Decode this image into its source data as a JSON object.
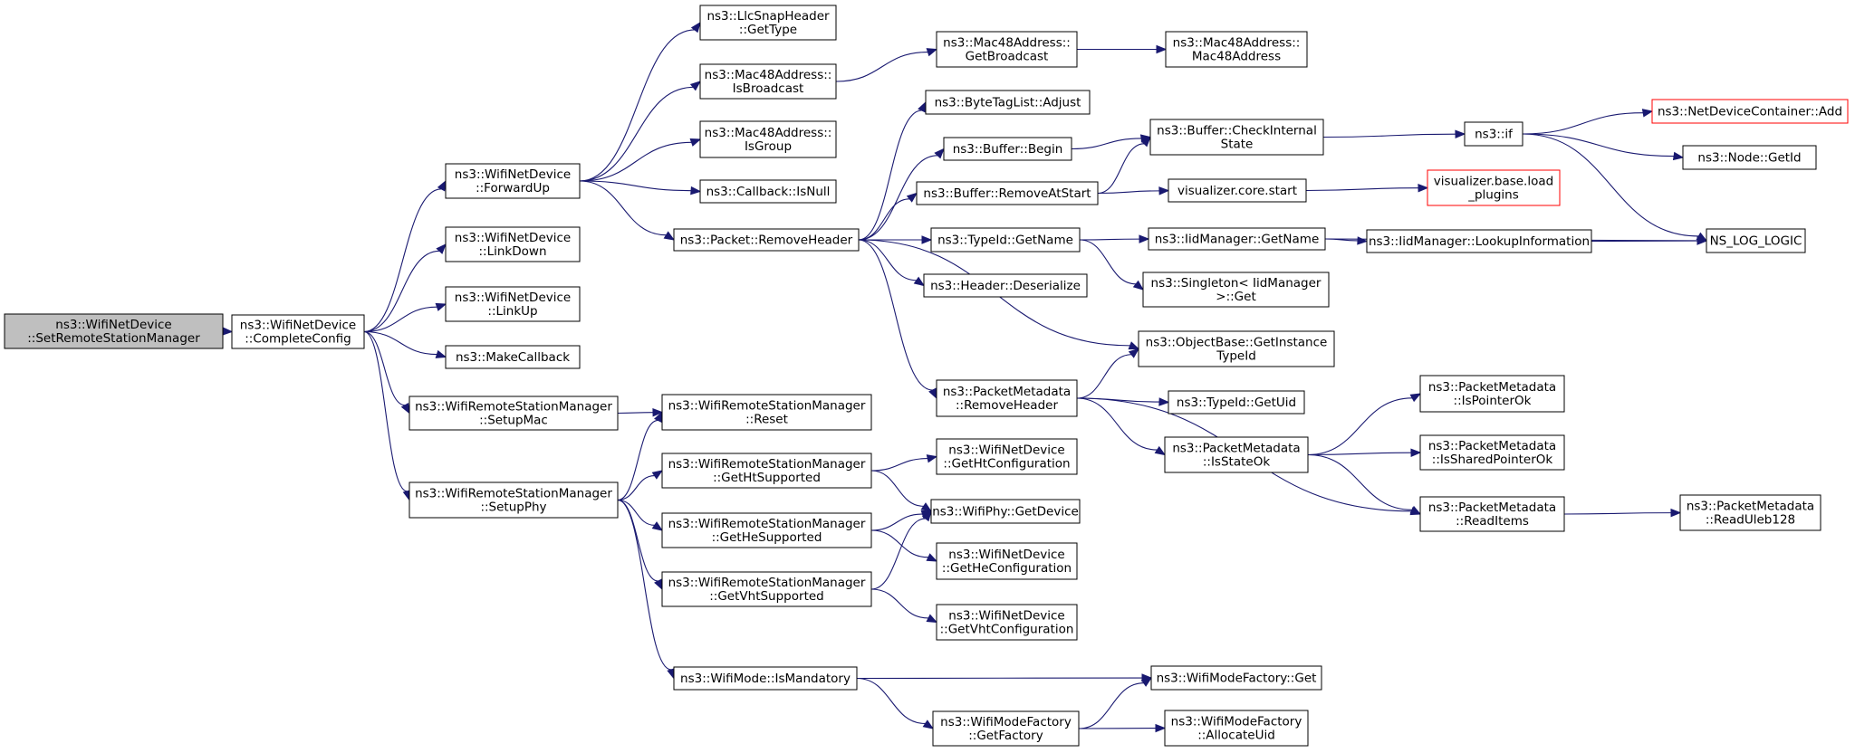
{
  "diagram": {
    "type": "call-graph",
    "nodes": [
      {
        "id": "setremote",
        "lines": [
          "ns3::WifiNetDevice",
          "::SetRemoteStationManager"
        ],
        "style": "root"
      },
      {
        "id": "completeconfig",
        "lines": [
          "ns3::WifiNetDevice",
          "::CompleteConfig"
        ]
      },
      {
        "id": "forwardup",
        "lines": [
          "ns3::WifiNetDevice",
          "::ForwardUp"
        ]
      },
      {
        "id": "linkdown",
        "lines": [
          "ns3::WifiNetDevice",
          "::LinkDown"
        ]
      },
      {
        "id": "linkup",
        "lines": [
          "ns3::WifiNetDevice",
          "::LinkUp"
        ]
      },
      {
        "id": "makecallback",
        "lines": [
          "ns3::MakeCallback"
        ]
      },
      {
        "id": "setupmac",
        "lines": [
          "ns3::WifiRemoteStationManager",
          "::SetupMac"
        ]
      },
      {
        "id": "setupphy",
        "lines": [
          "ns3::WifiRemoteStationManager",
          "::SetupPhy"
        ]
      },
      {
        "id": "llcgettype",
        "lines": [
          "ns3::LlcSnapHeader",
          "::GetType"
        ]
      },
      {
        "id": "isbroadcast",
        "lines": [
          "ns3::Mac48Address::",
          "IsBroadcast"
        ]
      },
      {
        "id": "isgroup",
        "lines": [
          "ns3::Mac48Address::",
          "IsGroup"
        ]
      },
      {
        "id": "isnull",
        "lines": [
          "ns3::Callback::IsNull"
        ]
      },
      {
        "id": "removeheader",
        "lines": [
          "ns3::Packet::RemoveHeader"
        ]
      },
      {
        "id": "reset",
        "lines": [
          "ns3::WifiRemoteStationManager",
          "::Reset"
        ]
      },
      {
        "id": "gethtsupported",
        "lines": [
          "ns3::WifiRemoteStationManager",
          "::GetHtSupported"
        ]
      },
      {
        "id": "gethesupported",
        "lines": [
          "ns3::WifiRemoteStationManager",
          "::GetHeSupported"
        ]
      },
      {
        "id": "getvhtsupported",
        "lines": [
          "ns3::WifiRemoteStationManager",
          "::GetVhtSupported"
        ]
      },
      {
        "id": "ismandatory",
        "lines": [
          "ns3::WifiMode::IsMandatory"
        ]
      },
      {
        "id": "getbroadcast",
        "lines": [
          "ns3::Mac48Address::",
          "GetBroadcast"
        ]
      },
      {
        "id": "bytetagadjust",
        "lines": [
          "ns3::ByteTagList::Adjust"
        ]
      },
      {
        "id": "bufferbegin",
        "lines": [
          "ns3::Buffer::Begin"
        ]
      },
      {
        "id": "removeatstart",
        "lines": [
          "ns3::Buffer::RemoveAtStart"
        ]
      },
      {
        "id": "typeidgetname",
        "lines": [
          "ns3::TypeId::GetName"
        ]
      },
      {
        "id": "headerdeserialize",
        "lines": [
          "ns3::Header::Deserialize"
        ]
      },
      {
        "id": "pmremoveheader",
        "lines": [
          "ns3::PacketMetadata",
          "::RemoveHeader"
        ]
      },
      {
        "id": "gethtconfig",
        "lines": [
          "ns3::WifiNetDevice",
          "::GetHtConfiguration"
        ]
      },
      {
        "id": "phygetdevice",
        "lines": [
          "ns3::WifiPhy::GetDevice"
        ]
      },
      {
        "id": "getheconfig",
        "lines": [
          "ns3::WifiNetDevice",
          "::GetHeConfiguration"
        ]
      },
      {
        "id": "getvhtconfig",
        "lines": [
          "ns3::WifiNetDevice",
          "::GetVhtConfiguration"
        ]
      },
      {
        "id": "getfactory",
        "lines": [
          "ns3::WifiModeFactory",
          "::GetFactory"
        ]
      },
      {
        "id": "mac48ctor",
        "lines": [
          "ns3::Mac48Address::",
          "Mac48Address"
        ]
      },
      {
        "id": "checkinternal",
        "lines": [
          "ns3::Buffer::CheckInternal",
          "State"
        ]
      },
      {
        "id": "vizstart",
        "lines": [
          "visualizer.core.start"
        ]
      },
      {
        "id": "iidgetname",
        "lines": [
          "ns3::IidManager::GetName"
        ]
      },
      {
        "id": "singletonget",
        "lines": [
          "ns3::Singleton< IidManager",
          ">::Get"
        ]
      },
      {
        "id": "getinstancetypeid",
        "lines": [
          "ns3::ObjectBase::GetInstance",
          "TypeId"
        ]
      },
      {
        "id": "getuid",
        "lines": [
          "ns3::TypeId::GetUid"
        ]
      },
      {
        "id": "isstateok",
        "lines": [
          "ns3::PacketMetadata",
          "::IsStateOk"
        ]
      },
      {
        "id": "modefactoryget",
        "lines": [
          "ns3::WifiModeFactory::Get"
        ]
      },
      {
        "id": "allocateuid",
        "lines": [
          "ns3::WifiModeFactory",
          "::AllocateUid"
        ]
      },
      {
        "id": "nsif",
        "lines": [
          "ns3::if"
        ]
      },
      {
        "id": "loadplugins",
        "lines": [
          "visualizer.base.load",
          "_plugins"
        ],
        "style": "ext"
      },
      {
        "id": "lookupinfo",
        "lines": [
          "ns3::IidManager::LookupInformation"
        ]
      },
      {
        "id": "ispointerok",
        "lines": [
          "ns3::PacketMetadata",
          "::IsPointerOk"
        ]
      },
      {
        "id": "issharedpointerok",
        "lines": [
          "ns3::PacketMetadata",
          "::IsSharedPointerOk"
        ]
      },
      {
        "id": "readitems",
        "lines": [
          "ns3::PacketMetadata",
          "::ReadItems"
        ]
      },
      {
        "id": "ndcadd",
        "lines": [
          "ns3::NetDeviceContainer::Add"
        ],
        "style": "ext"
      },
      {
        "id": "nodegetid",
        "lines": [
          "ns3::Node::GetId"
        ]
      },
      {
        "id": "nslog",
        "lines": [
          "NS_LOG_LOGIC"
        ]
      },
      {
        "id": "readuleb128",
        "lines": [
          "ns3::PacketMetadata",
          "::ReadUleb128"
        ]
      }
    ],
    "edges": [
      [
        "setremote",
        "completeconfig"
      ],
      [
        "completeconfig",
        "forwardup"
      ],
      [
        "completeconfig",
        "linkdown"
      ],
      [
        "completeconfig",
        "linkup"
      ],
      [
        "completeconfig",
        "makecallback"
      ],
      [
        "completeconfig",
        "setupmac"
      ],
      [
        "completeconfig",
        "setupphy"
      ],
      [
        "forwardup",
        "llcgettype"
      ],
      [
        "forwardup",
        "isbroadcast"
      ],
      [
        "forwardup",
        "isgroup"
      ],
      [
        "forwardup",
        "isnull"
      ],
      [
        "forwardup",
        "removeheader"
      ],
      [
        "setupmac",
        "reset"
      ],
      [
        "setupphy",
        "reset"
      ],
      [
        "setupphy",
        "gethtsupported"
      ],
      [
        "setupphy",
        "gethesupported"
      ],
      [
        "setupphy",
        "getvhtsupported"
      ],
      [
        "setupphy",
        "ismandatory"
      ],
      [
        "isbroadcast",
        "getbroadcast"
      ],
      [
        "getbroadcast",
        "mac48ctor"
      ],
      [
        "removeheader",
        "bytetagadjust"
      ],
      [
        "removeheader",
        "bufferbegin"
      ],
      [
        "removeheader",
        "removeatstart"
      ],
      [
        "removeheader",
        "typeidgetname"
      ],
      [
        "removeheader",
        "headerdeserialize"
      ],
      [
        "removeheader",
        "getinstancetypeid"
      ],
      [
        "removeheader",
        "pmremoveheader"
      ],
      [
        "bufferbegin",
        "checkinternal"
      ],
      [
        "removeatstart",
        "checkinternal"
      ],
      [
        "removeatstart",
        "vizstart"
      ],
      [
        "vizstart",
        "loadplugins"
      ],
      [
        "checkinternal",
        "nsif"
      ],
      [
        "nsif",
        "ndcadd"
      ],
      [
        "nsif",
        "nodegetid"
      ],
      [
        "nsif",
        "nslog"
      ],
      [
        "typeidgetname",
        "iidgetname"
      ],
      [
        "typeidgetname",
        "singletonget"
      ],
      [
        "iidgetname",
        "lookupinfo"
      ],
      [
        "iidgetname",
        "nslog"
      ],
      [
        "lookupinfo",
        "nslog"
      ],
      [
        "pmremoveheader",
        "getinstancetypeid"
      ],
      [
        "pmremoveheader",
        "getuid"
      ],
      [
        "pmremoveheader",
        "isstateok"
      ],
      [
        "pmremoveheader",
        "readitems"
      ],
      [
        "isstateok",
        "ispointerok"
      ],
      [
        "isstateok",
        "issharedpointerok"
      ],
      [
        "isstateok",
        "readitems"
      ],
      [
        "readitems",
        "readuleb128"
      ],
      [
        "gethtsupported",
        "gethtconfig"
      ],
      [
        "gethtsupported",
        "phygetdevice"
      ],
      [
        "gethesupported",
        "phygetdevice"
      ],
      [
        "gethesupported",
        "getheconfig"
      ],
      [
        "getvhtsupported",
        "phygetdevice"
      ],
      [
        "getvhtsupported",
        "getvhtconfig"
      ],
      [
        "ismandatory",
        "modefactoryget"
      ],
      [
        "ismandatory",
        "getfactory"
      ],
      [
        "getfactory",
        "modefactoryget"
      ],
      [
        "getfactory",
        "allocateuid"
      ]
    ]
  }
}
